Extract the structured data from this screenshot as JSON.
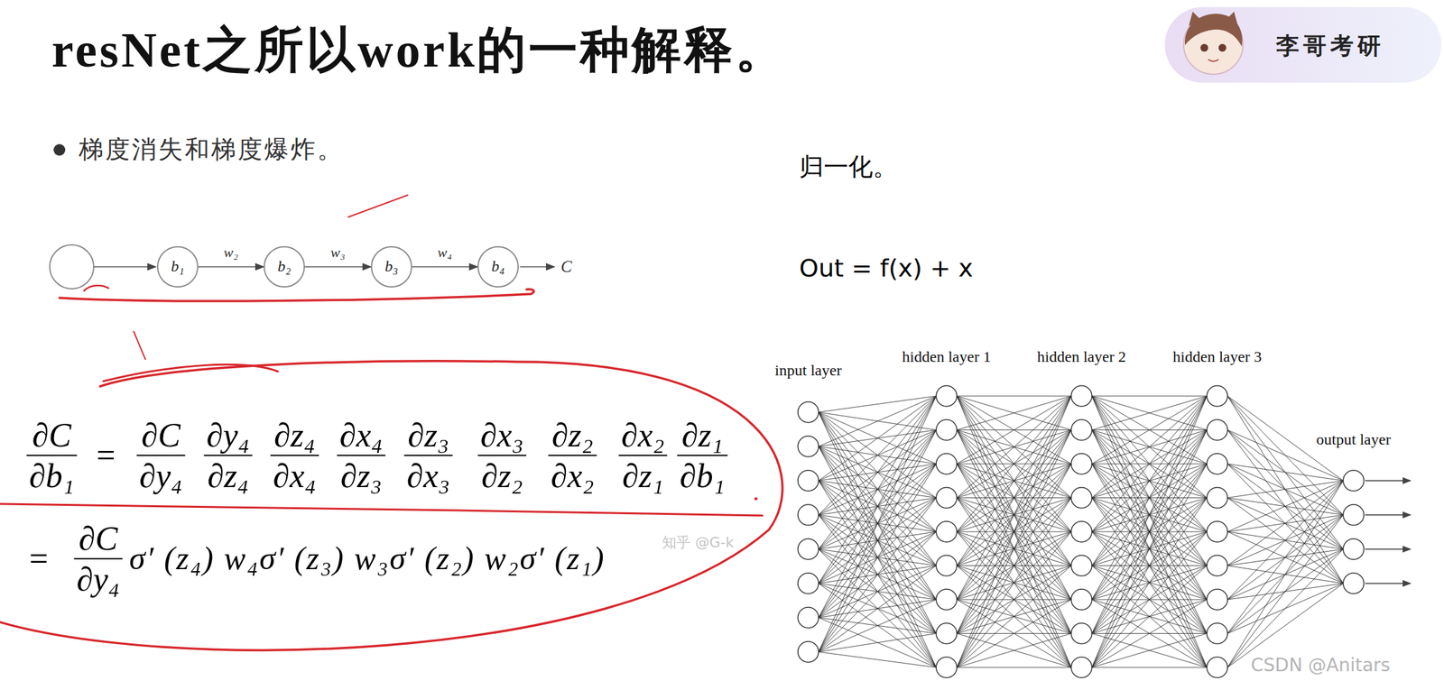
{
  "diagram": {
    "title": "resNet之所以work的一种解释。",
    "nodes": [
      {
        "text": [
          "b₁"
        ]
      },
      {
        "text": [
          "b₂"
        ]
      },
      {
        "text": [
          "b₃"
        ]
      },
      {
        "text": [
          "b₄"
        ]
      }
    ],
    "edges": [
      {
        "from": 0,
        "to": 1,
        "label": "w₂",
        "arrow": "to"
      },
      {
        "from": 1,
        "to": 2,
        "label": "w₃",
        "arrow": "to"
      },
      {
        "from": 2,
        "to": 3,
        "label": "w₄",
        "arrow": "to"
      }
    ],
    "labels": [
      "李哥考研",
      "梯度消失和梯度爆炸。",
      "C",
      "∂C",
      "∂b₁",
      "=",
      "∂C",
      "∂y₄",
      "∂y₄",
      "∂z₄",
      "∂z₄",
      "∂x₄",
      "∂x₄",
      "∂z₃",
      "∂z₃",
      "∂x₃",
      "∂x₃",
      "∂z₂",
      "∂z₂",
      "∂x₂",
      "∂x₂",
      "∂z₁",
      "∂z₁",
      "∂b₁",
      "=",
      "∂C",
      "∂y₄",
      "σ′ (z₄) w₄σ′ (z₃) w₃σ′ (z₂) w₂σ′ (z₁)",
      "知乎 @G-k",
      "归一化。",
      "Out = f(x) + x",
      "input layer",
      "hidden layer 1",
      "hidden layer 2",
      "hidden layer 3",
      "output layer",
      "CSDN @Anitars"
    ]
  }
}
